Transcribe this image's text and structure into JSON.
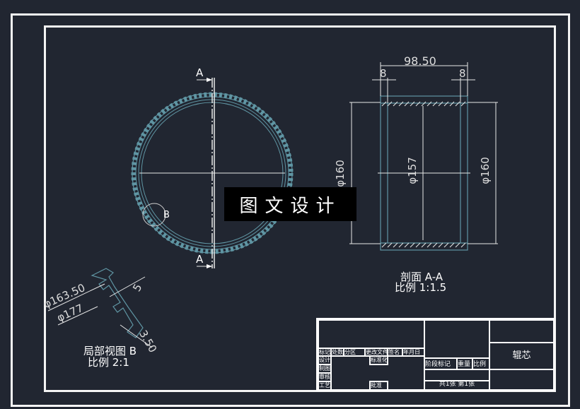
{
  "drawing": {
    "background": "#212631",
    "line_color": "#f4f4f4",
    "part_color": "#5f95a3",
    "watermark": "图文设计",
    "section_label_top": "A",
    "section_label_bottom": "A",
    "detail_marker": "B",
    "section_view": {
      "title": "剖面 A-A",
      "scale": "比例 1:1.5",
      "dim_width": "98.50",
      "dim_left_offset": "8",
      "dim_right_offset": "8",
      "dim_outer_left": "φ160",
      "dim_inner": "φ157",
      "dim_outer_right": "φ160"
    },
    "detail_view": {
      "title": "局部视图 B",
      "scale": "比例 2:1",
      "dim_d1": "φ163.50",
      "dim_d2": "φ177",
      "dim_5": "5",
      "dim_350": "3.50"
    }
  },
  "title_block": {
    "headers": [
      "标记",
      "处数",
      "分区",
      "更改文件号",
      "签名",
      "年月日"
    ],
    "rows": [
      "设计",
      "制图",
      "审核",
      "工艺"
    ],
    "std": "标准化",
    "approve": "批准",
    "stage": "阶段标记",
    "weight": "重量",
    "scale": "比例",
    "sheets": "共1张 第1张",
    "part_name": "辊芯"
  }
}
